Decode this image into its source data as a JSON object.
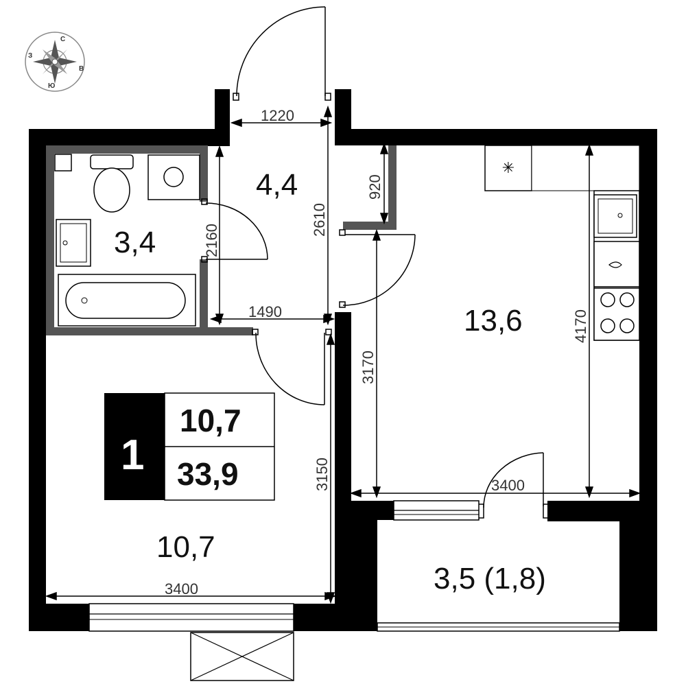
{
  "compass": {
    "north": "С",
    "south": "Ю",
    "east": "В",
    "west": "З"
  },
  "rooms": {
    "bathroom_area": "3,4",
    "hall_area": "4,4",
    "kitchen_area": "13,6",
    "living_area": "10,7",
    "balcony_area": "3,5 (1,8)"
  },
  "badge": {
    "rooms_count": "1",
    "living_area": "10,7",
    "total_area": "33,9"
  },
  "dimensions": {
    "entry_width": "1220",
    "hall_height": "2610",
    "bath_height": "2160",
    "bath_width": "1490",
    "kitchen_niche": "920",
    "kitchen_depth": "3170",
    "kitchen_height": "4170",
    "kitchen_width": "3400",
    "living_height": "3150",
    "living_width": "3400"
  },
  "icons": [
    "compass-rose-icon",
    "toilet-icon",
    "sink-icon",
    "bathtub-icon",
    "washing-machine-icon",
    "stove-icon",
    "kitchen-sink-icon",
    "fridge-icon",
    "door-icon",
    "window-icon"
  ]
}
